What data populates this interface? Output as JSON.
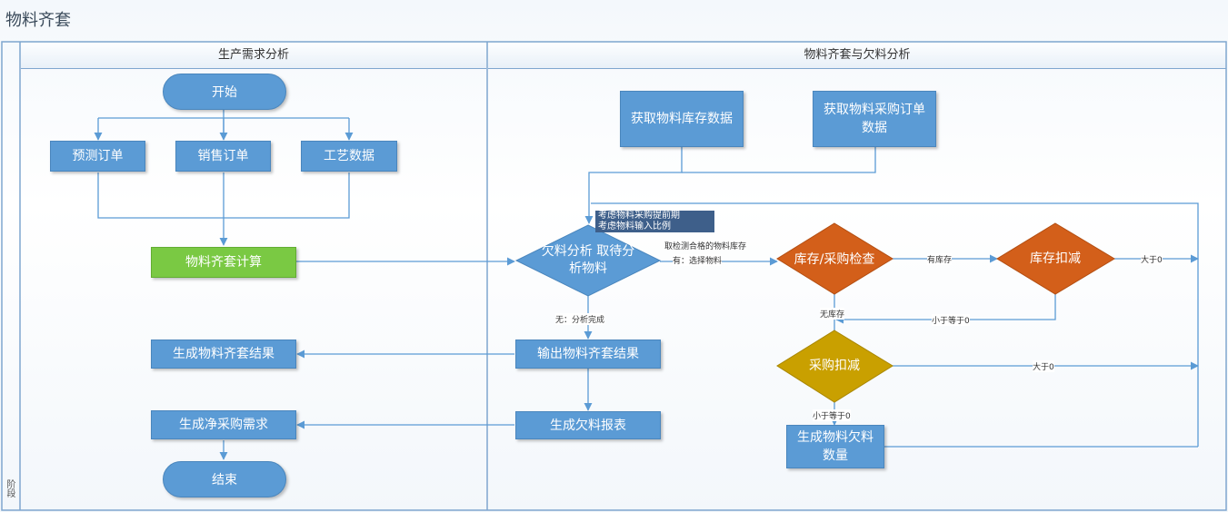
{
  "pool_title": "物料齐套",
  "side_label": "阶段",
  "lanes": [
    "生产需求分析",
    "物料齐套与欠料分析"
  ],
  "nodes": {
    "start": "开始",
    "forecast_order": "预测订单",
    "sales_order": "销售订单",
    "process_data": "工艺数据",
    "calc": "物料齐套计算",
    "gen_result": "生成物料齐套结果",
    "gen_net_purchase": "生成净采购需求",
    "end": "结束",
    "get_inventory": "获取物料库存数据",
    "get_po": "获取物料采购订单数据",
    "shortage_analysis": "欠料分析 取待分析物料",
    "output_result": "输出物料齐套结果",
    "shortage_report": "生成欠料报表",
    "stock_check": "库存/采购检查",
    "stock_deduct": "库存扣减",
    "po_deduct": "采购扣减",
    "gen_shortage_qty": "生成物料欠料数量"
  },
  "note_lines": [
    "考虑物料采购提前期",
    "考虑物料输入比例"
  ],
  "labels": {
    "take_stock": "取检测合格的物料库存",
    "yes_select": "有：选择物料",
    "has_stock": "有库存",
    "gt0_a": "大于0",
    "no_stock": "无库存",
    "le0_a": "小于等于0",
    "gt0_b": "大于0",
    "le0_b": "小于等于0",
    "none_done": "无：分析完成"
  },
  "colors": {
    "box": "#5b9bd5",
    "calc": "#7ac943",
    "decision_orange": "#d35f1a",
    "decision_gold": "#c9a000",
    "line": "#5b9bd5",
    "note": "#3e5f8a"
  }
}
